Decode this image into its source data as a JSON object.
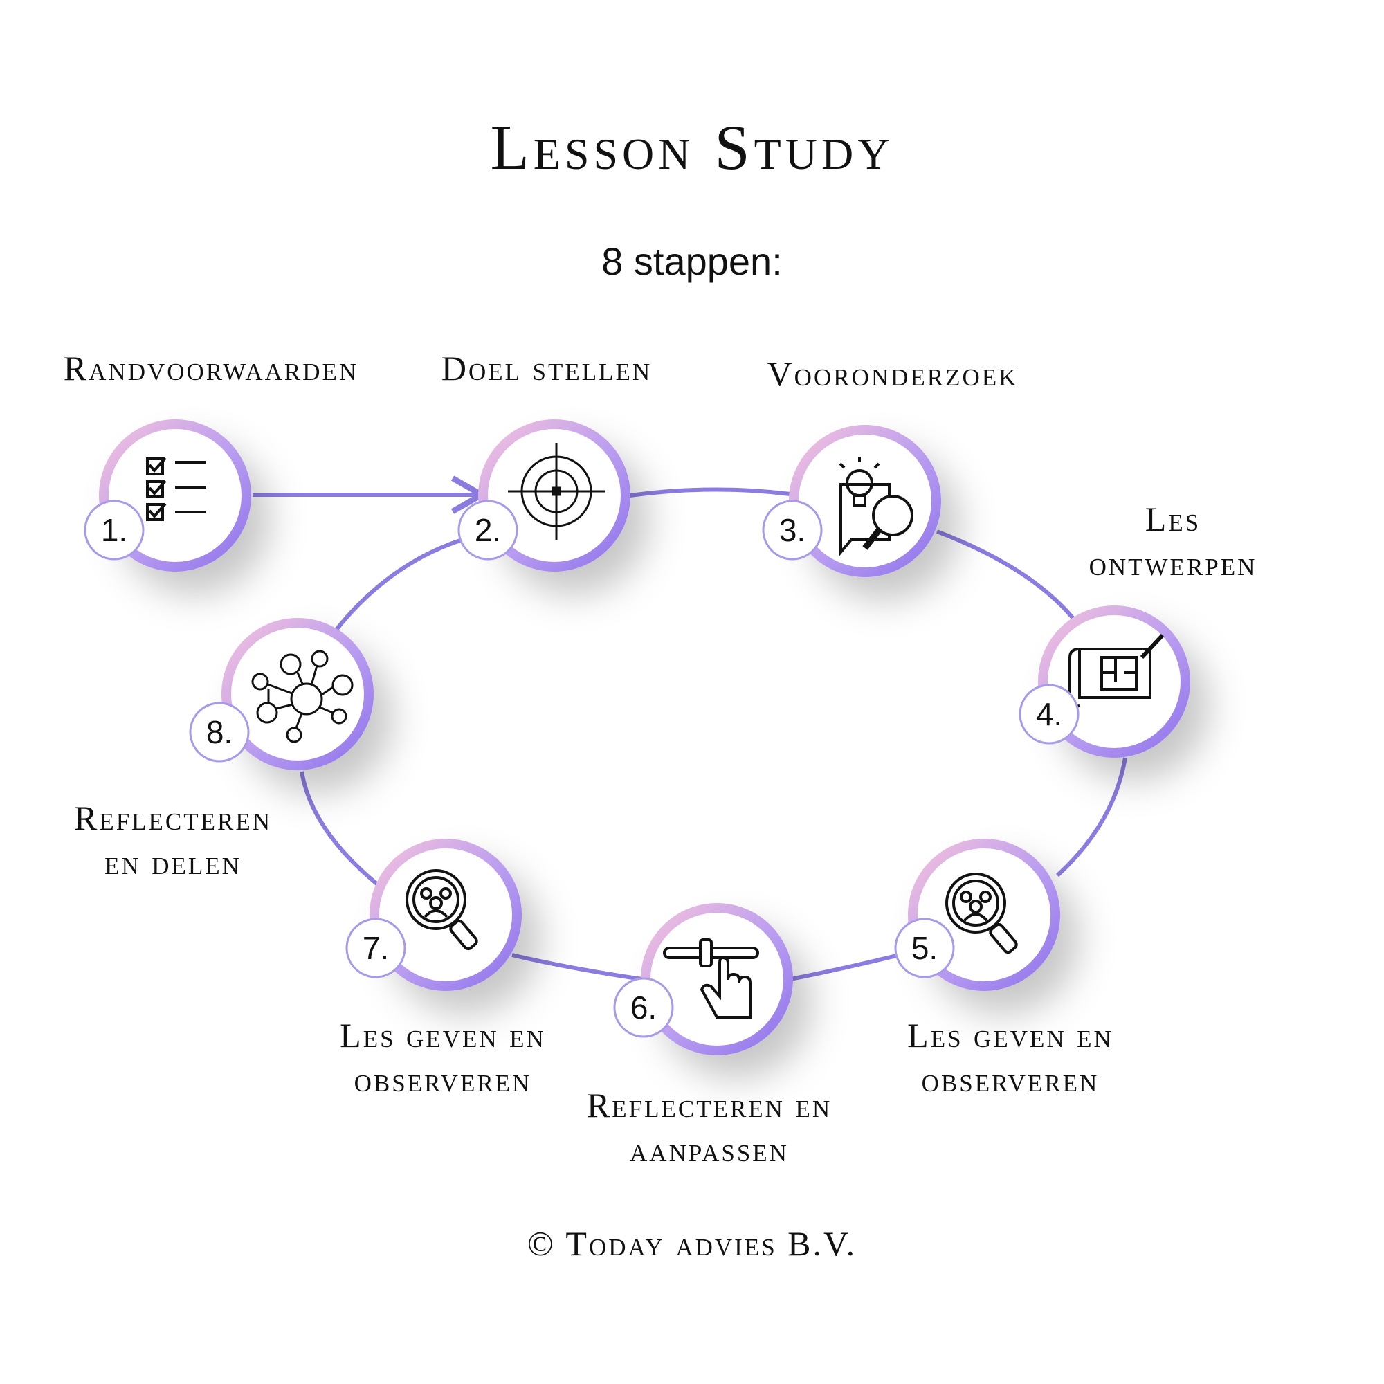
{
  "title": "Lesson Study",
  "subtitle": "8 stappen:",
  "steps": [
    {
      "number": "1.",
      "label": [
        "Randvoorwaarden"
      ],
      "icon": "checklist-icon"
    },
    {
      "number": "2.",
      "label": [
        "Doel stellen"
      ],
      "icon": "target-icon"
    },
    {
      "number": "3.",
      "label": [
        "Vooronderzoek"
      ],
      "icon": "idea-search-icon"
    },
    {
      "number": "4.",
      "label": [
        "Les",
        "ontwerpen"
      ],
      "icon": "blueprint-icon"
    },
    {
      "number": "5.",
      "label": [
        "Les geven en",
        "observeren"
      ],
      "icon": "group-magnifier-icon"
    },
    {
      "number": "6.",
      "label": [
        "Reflecteren en",
        "aanpassen"
      ],
      "icon": "slider-hand-icon"
    },
    {
      "number": "7.",
      "label": [
        "Les geven en",
        "observeren"
      ],
      "icon": "group-magnifier-icon"
    },
    {
      "number": "8.",
      "label": [
        "Reflecteren",
        "en delen"
      ],
      "icon": "network-icon"
    }
  ],
  "footer": "© Today advies B.V.",
  "colors": {
    "ring_purple": "#9b7ff0",
    "ring_pink": "#f0bcd8",
    "connector": "#8c7be0",
    "number_border": "#a899ea",
    "text": "#111111",
    "background": "#ffffff"
  }
}
